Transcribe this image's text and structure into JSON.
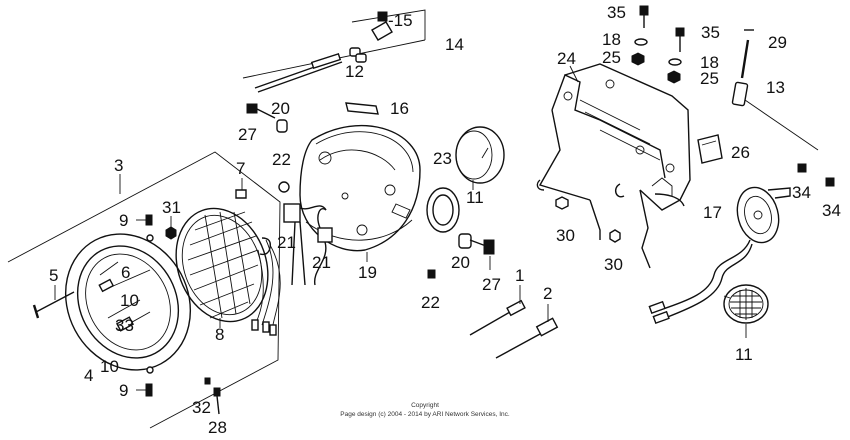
{
  "copyright": {
    "line1": "Copyright",
    "line2": "Page design (c) 2004 - 2014 by ARI Network Services, Inc."
  },
  "labels": [
    {
      "id": "p3",
      "text": "3"
    },
    {
      "id": "p4",
      "text": "4"
    },
    {
      "id": "p5",
      "text": "5"
    },
    {
      "id": "p6",
      "text": "6"
    },
    {
      "id": "p7",
      "text": "7"
    },
    {
      "id": "p8",
      "text": "8"
    },
    {
      "id": "p9a",
      "text": "9"
    },
    {
      "id": "p9b",
      "text": "9"
    },
    {
      "id": "p10a",
      "text": "10"
    },
    {
      "id": "p10b",
      "text": "10"
    },
    {
      "id": "p31",
      "text": "31"
    },
    {
      "id": "p33",
      "text": "33"
    },
    {
      "id": "p32",
      "text": "32"
    },
    {
      "id": "p28",
      "text": "28"
    },
    {
      "id": "p27a",
      "text": "27"
    },
    {
      "id": "p20a",
      "text": "20"
    },
    {
      "id": "p22a",
      "text": "22"
    },
    {
      "id": "p21a",
      "text": "21"
    },
    {
      "id": "p21b",
      "text": "21"
    },
    {
      "id": "p19",
      "text": "19"
    },
    {
      "id": "p16",
      "text": "16"
    },
    {
      "id": "p14",
      "text": "14"
    },
    {
      "id": "p15",
      "text": "-15"
    },
    {
      "id": "p12",
      "text": "12"
    },
    {
      "id": "p23",
      "text": "23"
    },
    {
      "id": "p11a",
      "text": "11"
    },
    {
      "id": "p20b",
      "text": "20"
    },
    {
      "id": "p27b",
      "text": "27"
    },
    {
      "id": "p22b",
      "text": "22"
    },
    {
      "id": "p1",
      "text": "1"
    },
    {
      "id": "p2",
      "text": "2"
    },
    {
      "id": "p24",
      "text": "24"
    },
    {
      "id": "p35a",
      "text": "35"
    },
    {
      "id": "p35b",
      "text": "35"
    },
    {
      "id": "p18a",
      "text": "18"
    },
    {
      "id": "p18b",
      "text": "18"
    },
    {
      "id": "p25a",
      "text": "25"
    },
    {
      "id": "p25b",
      "text": "25"
    },
    {
      "id": "p29",
      "text": "29"
    },
    {
      "id": "p13",
      "text": "13"
    },
    {
      "id": "p26",
      "text": "26"
    },
    {
      "id": "p30a",
      "text": "30"
    },
    {
      "id": "p30b",
      "text": "30"
    },
    {
      "id": "p17",
      "text": "17"
    },
    {
      "id": "p34a",
      "text": "34"
    },
    {
      "id": "p34b",
      "text": "34"
    },
    {
      "id": "p11b",
      "text": "11"
    }
  ]
}
